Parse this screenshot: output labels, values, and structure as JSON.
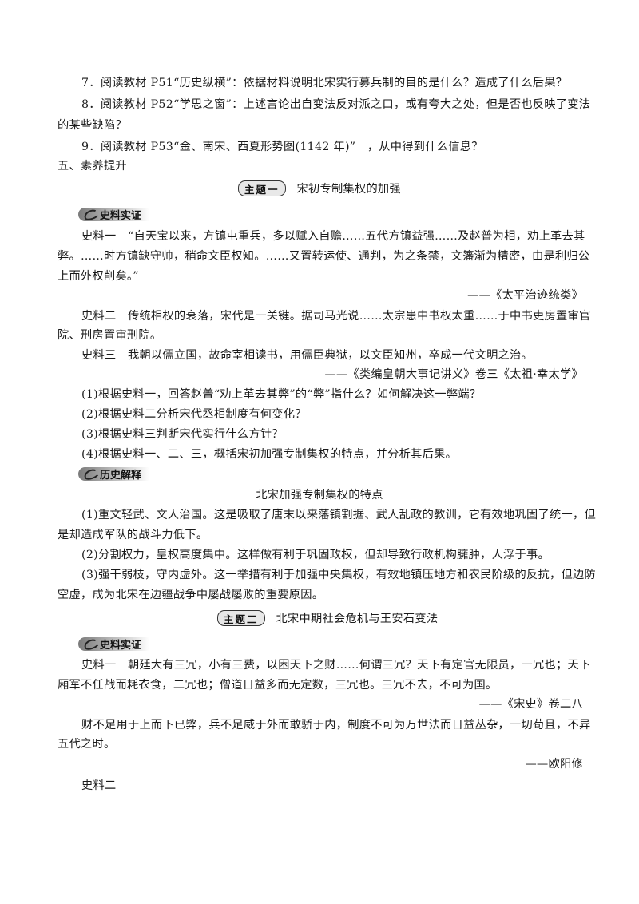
{
  "questions": {
    "q7": "7．阅读教材 P51“历史纵横”：依据材料说明北宋实行募兵制的目的是什么？造成了什么后果？",
    "q8_line1": "8．阅读教材 P52“学思之窗”：上述言论出自变法反对派之口，或有夸大之处，但是否也反映了变法",
    "q8_line2": "的某些缺陷？",
    "q9": "9．阅读教材 P53“金、南宋、西夏形势图(1142 年)”　，从中得到什么信息？"
  },
  "section5": "五、素养提升",
  "theme1": {
    "badge": "主题一",
    "title": "宋初专制集权的加强",
    "shiliao_badge": "史料实证",
    "s1_line1": "史料一　“自天宝以来，方镇屯重兵，多以赋入自赡……五代方镇益强……及赵普为相，劝上革去其",
    "s1_line2": "弊。……时方镇缺守帅，稍命文臣权知。……又置转运使、通判，为之条禁，文籓渐为精密，由是利归公",
    "s1_line3": "上而外权削矣。”",
    "s1_source": "——《太平治迹统类》",
    "s2_line1": "史料二　传统相权的衰落，宋代是一关键。据司马光说……太宗患中书权太重……于中书吏房置审官",
    "s2_line2": "院、刑房置审刑院。",
    "s3_line1": "史料三　我朝以儒立国，故命宰相读书，用儒臣典狱，以文臣知州，卒成一代文明之治。",
    "s3_source": "——《类编皇朝大事记讲义》卷三《太祖·幸太学》",
    "q1": "(1)根据史料一，回答赵普“劝上革去其弊”的“弊”指什么？如何解决这一弊端？",
    "q2": "(2)根据史料二分析宋代丞相制度有何变化？",
    "q3": "(3)根据史料三判断宋代实行什么方针？",
    "q4": "(4)根据史料一、二、三，概括宋初加强专制集权的特点，并分析其后果。",
    "jieshi_badge": "历史解释",
    "jieshi_title": "北宋加强专制集权的特点",
    "p1_line1": "(1)重文轻武、文人治国。这是吸取了唐末以来藩镇割据、武人乱政的教训，它有效地巩固了统一，但",
    "p1_line2": "是却造成军队的战斗力低下。",
    "p2_line1": "(2)分割权力，皇权高度集中。这样做有利于巩固政权，但却导致行政机构臃肿，人浮于事。",
    "p3_line1": "(3)强干弱枝，守内虚外。这一举措有利于加强中央集权，有效地镇压地方和农民阶级的反抗，但边防",
    "p3_line2": "空虚，成为北宋在边疆战争中屡战屡败的重要原因。"
  },
  "theme2": {
    "badge": "主题二",
    "title": "北宋中期社会危机与王安石变法",
    "shiliao_badge": "史料实证",
    "s1_line1": "史料一　朝廷大有三冗，小有三费，以困天下之财……何谓三冗？天下有定官无限员，一冗也；天下",
    "s1_line2": "厢军不任战而耗衣食，二冗也；僧道日益多而无定数，三冗也。三冗不去，不可为国。",
    "s1_source": "——《宋史》卷二八",
    "quote_line1": "财不足用于上而下已弊，兵不足威于外而敢骄于内，制度不可为万世法而日益丛杂，一切苟且，不异",
    "quote_line2": "五代之时。",
    "quote_source": "——欧阳修",
    "s2_label": "史料二"
  }
}
